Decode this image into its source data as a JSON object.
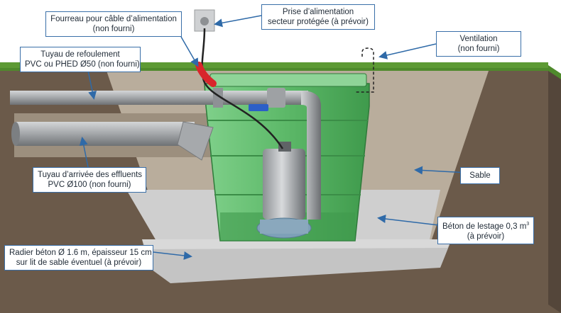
{
  "callouts": {
    "fourreau": {
      "l1": "Fourreau pour câble d’alimentation",
      "l2": "(non fourni)"
    },
    "prise": {
      "l1": "Prise d’alimentation",
      "l2": "secteur protégée (à prévoir)"
    },
    "ventilation": {
      "l1": "Ventilation",
      "l2": "(non fourni)"
    },
    "refoulement": {
      "l1": "Tuyau de refoulement",
      "l2": "PVC ou PHED Ø50 (non fourni)"
    },
    "arrivee": {
      "l1": "Tuyau d’arrivée des effluents",
      "l2": "PVC Ø100 (non fourni)"
    },
    "sable": {
      "l1": "Sable"
    },
    "beton": {
      "l1": "Béton de lestage 0,3 m",
      "sup": "3",
      "l2": "(à prévoir)"
    },
    "radier": {
      "l1": "Radier béton Ø 1.6 m, épaisseur 15 cm",
      "l2": "sur lit de sable éventuel (à prévoir)"
    }
  },
  "colors": {
    "leader": "#2f6aa8",
    "grass": "#4f8a2c",
    "soil": "#6b5a4a",
    "sand": "#b9ad9c",
    "concrete": "#cfcfcf",
    "tank": "#5fbd6a",
    "pipe": "#a9acaf",
    "sheath": "#d8262b"
  }
}
